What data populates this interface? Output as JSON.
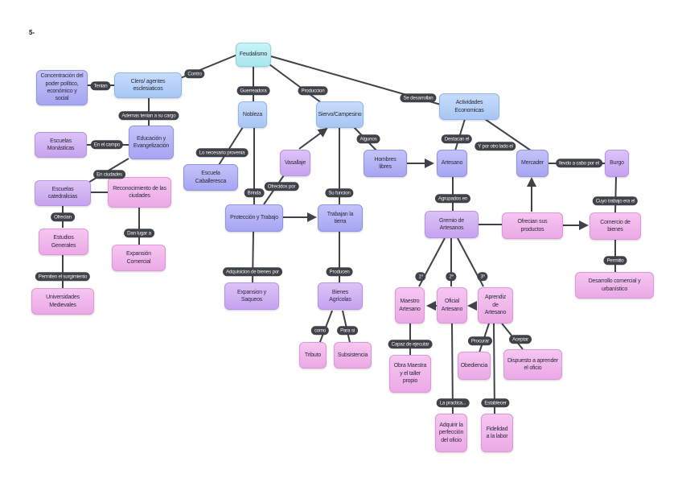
{
  "heading": "5-",
  "nodes": {
    "feudalismo": "Feudalismo",
    "clero": "Clero/ agentes esclesiaticos",
    "concentracion": "Concentración del poder político, económico y social",
    "educacion": "Educación y Evangelización",
    "monasticas": "Escuelas Monásticas",
    "catedralicias": "Escuelas catedralicias",
    "reconocimiento": "Reconocimiento de las ciudades",
    "estudios": "Estudios Generales",
    "universidades": "Universidades Medievales",
    "expansion_comercial": "Expansión Comercial",
    "nobleza": "Nobleza",
    "caballeresca": "Escuela Caballeresca",
    "proteccion": "Protección y Trabajo",
    "saqueos": "Expansion y Saqueos",
    "siervo": "Siervo/Campesino",
    "vasallaje": "Vasallaje",
    "trabajan": "Trabajan la tierra",
    "bienes_agricolas": "Bienes Agrícolas",
    "tributo": "Tributo",
    "subsistencia": "Subsistencia",
    "hombres_libres": "Hombres libres",
    "actividades": "Actividades Economicas",
    "artesano": "Artesano",
    "mercader": "Mercader",
    "burgo": "Burgo",
    "gremio": "Gremio de Artesanos",
    "ofrecian": "Ofrecian sus productos",
    "comercio": "Comercio de bienes",
    "desarrollo": "Desarrollo comercial y urbanístico",
    "maestro": "Maestro Artesano",
    "oficial": "Oficial Artesano",
    "aprendiz": "Aprendiz de Artesano",
    "obra_maestra": "Obra Maestra y el taller propio",
    "obediencia": "Obediencia",
    "dispuesto": "Dispuesto a aprender el oficio",
    "adquirir": "Adquirir la perfección del oficio",
    "fidelidad": "Fidelidad a la labor"
  },
  "links": {
    "contro": "Contro",
    "tenian": "Tenian",
    "ademas": "Ademas tenian a su cargo",
    "en_el_campo": "En el campo",
    "en_ciudades": "En ciudades",
    "ofrecian": "Ofrecian",
    "permiten": "Permiten el surgimiento",
    "dan_lugar": "Dan lugar a",
    "guerreadora": "Guerreadora",
    "lo_necesario": "Lo necesario provenia",
    "brinda": "Brinda",
    "ofrecidos_por": "Ofrecidos por",
    "adquisicion": "Adquisicion de bienes por",
    "produccion": "Produccion",
    "su_funcion": "Su funcion",
    "producen": "Producen",
    "como": "como",
    "para_si": "Para si",
    "algunos": "Algunos",
    "se_desarrollan": "Se desarrollan",
    "destacan": "Destacan el",
    "por_otro_lado": "Y por otro lado el",
    "llevado_a_cabo": "llevdo a cabo por el",
    "cuyo_trabajo": "Cuyo trabajo era el",
    "permitio": "Permitio",
    "agrupados": "Agrupados en",
    "primero": "1º",
    "segundo": "2º",
    "tercero": "3º",
    "capaz": "Capaz de ejecutar",
    "la_practica": "La practica...",
    "procurar": "Procurar",
    "aceptar": "Aceptar",
    "establecer": "Establecer"
  },
  "colors": {
    "edge": "#3f4249",
    "label_bg": "#3f4249",
    "root": "#a7e6ee",
    "blue": "#a8c6f4",
    "indigo": "#a6a5f1",
    "violet": "#c6a3ef",
    "pink": "#eba9e6"
  }
}
